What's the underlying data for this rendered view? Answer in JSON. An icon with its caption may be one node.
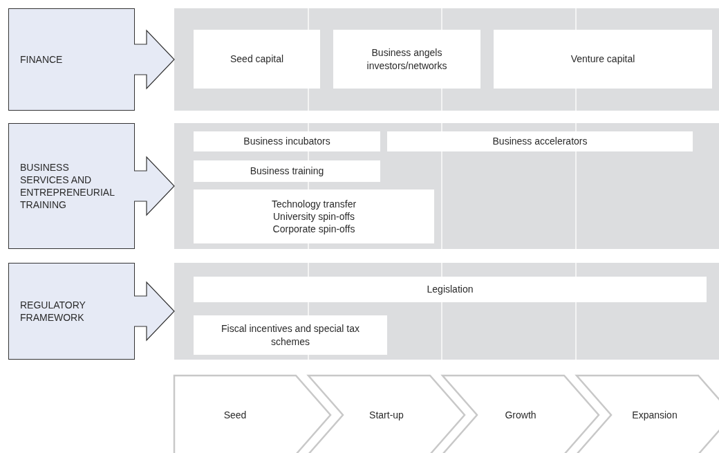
{
  "diagram": {
    "nodes": [
      {
        "text": [
          "FINANCE"
        ]
      },
      {
        "text": [],
        "shape": "box"
      },
      {
        "text": [
          "Seed capital"
        ],
        "in": 1
      },
      {
        "text": [
          "Business angels investors/networks"
        ],
        "in": 1
      },
      {
        "text": [
          "Venture capital"
        ],
        "in": 1
      },
      {
        "text": [
          "BUSINESS SERVICES AND ENTREPRENEURIAL TRAINING"
        ]
      },
      {
        "text": [],
        "shape": "box"
      },
      {
        "text": [
          "Business incubators"
        ],
        "in": 6
      },
      {
        "text": [
          "Business accelerators"
        ],
        "in": 6
      },
      {
        "text": [
          "Business training"
        ],
        "in": 6
      },
      {
        "text": [
          "Technology transfer",
          "University spin-offs",
          "Corporate spin-offs"
        ],
        "in": 6
      },
      {
        "text": [
          "REGULATORY FRAMEWORK"
        ]
      },
      {
        "text": [],
        "shape": "box"
      },
      {
        "text": [
          "Legislation"
        ],
        "in": 12
      },
      {
        "text": [
          "Fiscal incentives and special tax schemes"
        ],
        "in": 12
      },
      {
        "text": [
          "Seed"
        ]
      },
      {
        "text": [
          "Start-up"
        ]
      },
      {
        "text": [
          "Growth"
        ]
      },
      {
        "text": [
          "Expansion"
        ]
      }
    ],
    "edges": [
      {
        "from": 0,
        "to": 1,
        "arrow": "to"
      },
      {
        "from": 5,
        "to": 6,
        "arrow": "to"
      },
      {
        "from": 11,
        "to": 12,
        "arrow": "to"
      }
    ]
  }
}
